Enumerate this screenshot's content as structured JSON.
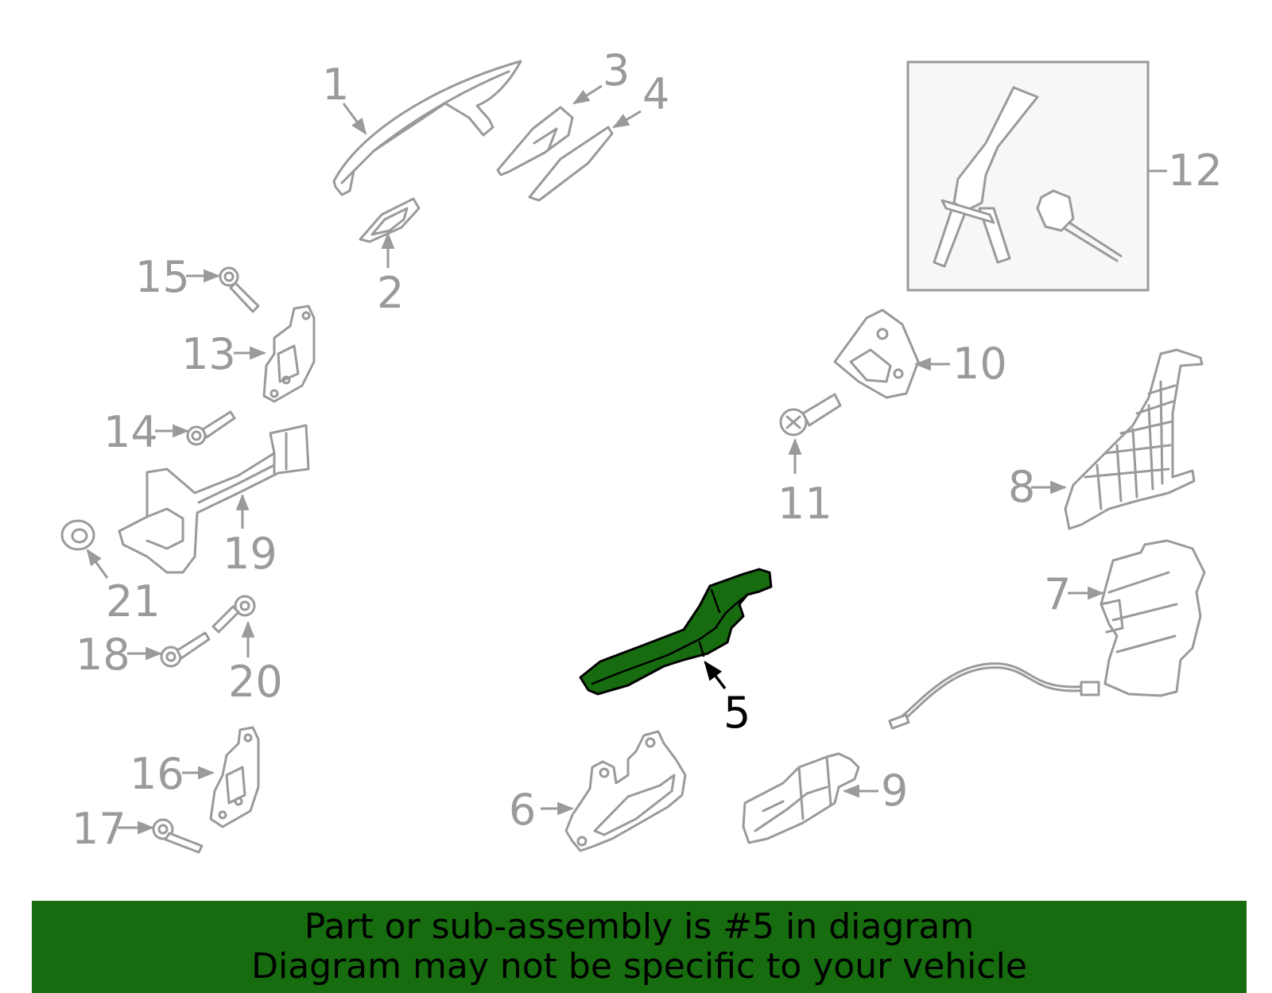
{
  "labels": [
    "1",
    "2",
    "3",
    "4",
    "5",
    "6",
    "7",
    "8",
    "9",
    "10",
    "11",
    "12",
    "13",
    "14",
    "15",
    "16",
    "17",
    "18",
    "19",
    "20",
    "21"
  ],
  "highlighted_part": "5",
  "colors": {
    "highlight": "#166c0e",
    "parts": "#9a9a9a",
    "banner": "#166c0e"
  },
  "banner": {
    "line1": "Part or sub-assembly is #5 in diagram",
    "line2": "Diagram may not be specific to your vehicle"
  }
}
